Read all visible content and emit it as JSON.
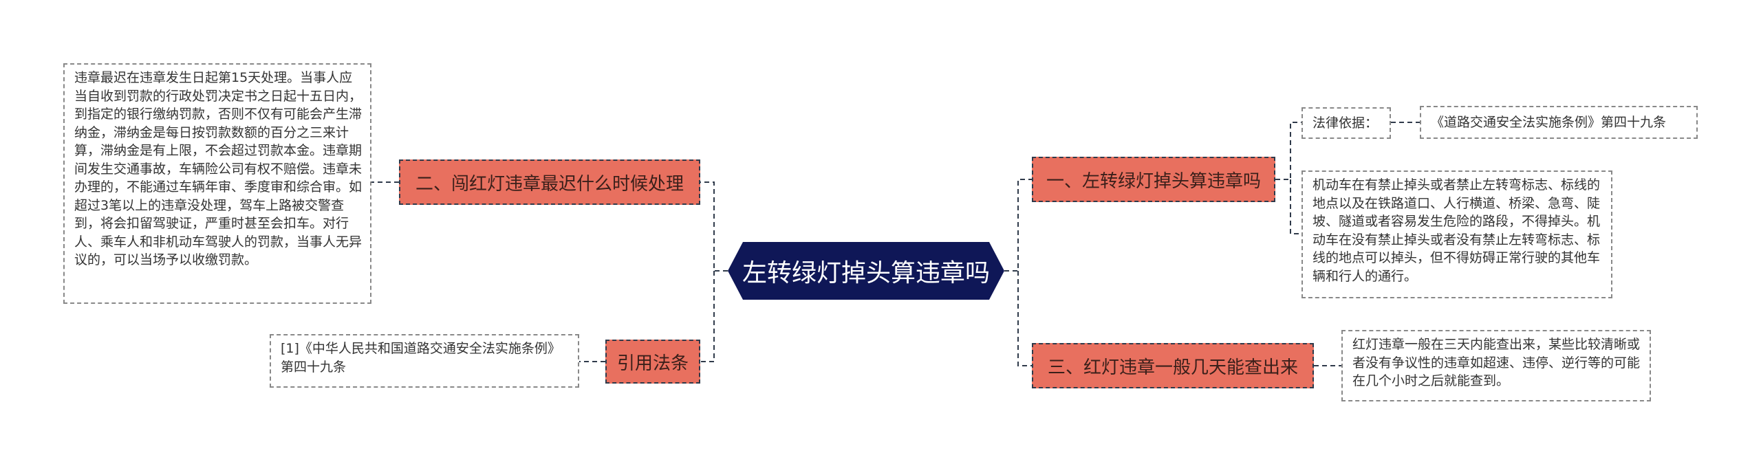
{
  "center": {
    "title": "左转绿灯掉头算违章吗"
  },
  "branches": [
    {
      "id": "b1",
      "label": "一、左转绿灯掉头算违章吗",
      "children": [
        {
          "type": "legal",
          "label": "法律依据：",
          "ref": "《道路交通安全法实施条例》第四十九条"
        },
        {
          "type": "text",
          "text": "机动车在有禁止掉头或者禁止左转弯标志、标线的地点以及在铁路道口、人行横道、桥梁、急弯、陡坡、隧道或者容易发生危险的路段，不得掉头。机动车在没有禁止掉头或者没有禁止左转弯标志、标线的地点可以掉头，但不得妨碍正常行驶的其他车辆和行人的通行。"
        }
      ]
    },
    {
      "id": "b3",
      "label": "三、红灯违章一般几天能查出来",
      "children": [
        {
          "type": "text",
          "text": "红灯违章一般在三天内能查出来，某些比较清晰或者没有争议性的违章如超速、违停、逆行等的可能在几个小时之后就能查到。"
        }
      ]
    },
    {
      "id": "b2",
      "label": "二、闯红灯违章最迟什么时候处理",
      "children": [
        {
          "type": "text",
          "text": "违章最迟在违章发生日起第15天处理。当事人应当自收到罚款的行政处罚决定书之日起十五日内，到指定的银行缴纳罚款，否则不仅有可能会产生滞纳金，滞纳金是每日按罚款数额的百分之三来计算，滞纳金是有上限，不会超过罚款本金。违章期间发生交通事故，车辆险公司有权不赔偿。违章未办理的，不能通过车辆年审、季度审和综合审。如超过3笔以上的违章没处理，驾车上路被交警查到，将会扣留驾驶证，严重时甚至会扣车。对行人、乘车人和非机动车驾驶人的罚款，当事人无异议的，可以当场予以收缴罚款。"
        }
      ]
    },
    {
      "id": "b4",
      "label": "引用法条",
      "children": [
        {
          "type": "text",
          "text": "[1]《中华人民共和国道路交通安全法实施条例》 第四十九条"
        }
      ]
    }
  ],
  "colors": {
    "center_fill": "#0f1757",
    "branch_fill": "#e8705f",
    "link": "#2f3a4a"
  }
}
